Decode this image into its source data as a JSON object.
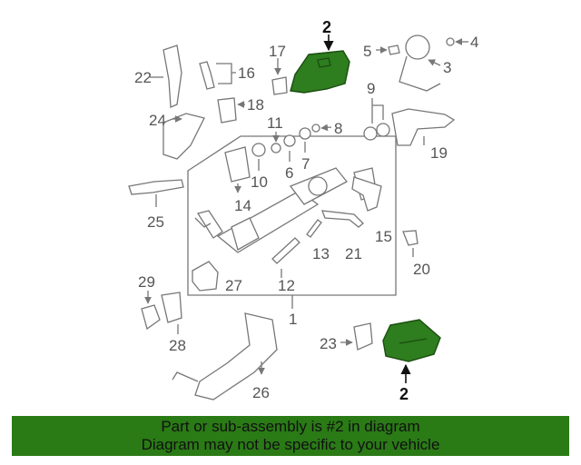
{
  "diagram": {
    "highlight_color": "#2e7d1e",
    "callouts": [
      "1",
      "2",
      "3",
      "4",
      "5",
      "6",
      "7",
      "8",
      "9",
      "10",
      "11",
      "12",
      "13",
      "14",
      "15",
      "16",
      "17",
      "18",
      "19",
      "20",
      "21",
      "22",
      "23",
      "24",
      "25",
      "26",
      "27",
      "28",
      "29",
      "2"
    ]
  },
  "banner": {
    "line1": "Part or sub-assembly is #2 in diagram",
    "line2": "Diagram may not be specific to your vehicle",
    "background": "#2a7a16"
  }
}
